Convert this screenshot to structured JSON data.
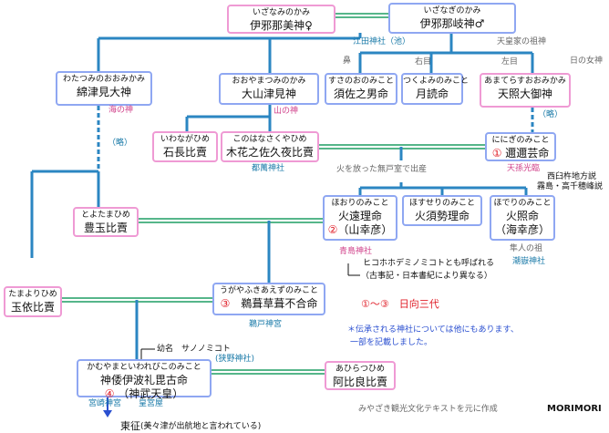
{
  "nodes": {
    "izanami": {
      "ruby": "いざなみのかみ",
      "name": "伊邪那美神♀"
    },
    "izanagi": {
      "ruby": "いざなぎのかみ",
      "name": "伊邪那岐神♂"
    },
    "watatsumi": {
      "ruby": "わたつみのおおみかみ",
      "name": "綿津見大神"
    },
    "oyamatsumi": {
      "ruby": "おおやまつみのかみ",
      "name": "大山津見神"
    },
    "susanoo": {
      "ruby": "すさのおのみこと",
      "name": "須佐之男命"
    },
    "tsukuyomi": {
      "ruby": "つくよみのみこと",
      "name": "月読命"
    },
    "amaterasu": {
      "ruby": "あまてらすおおみかみ",
      "name": "天照大御神"
    },
    "iwanaga": {
      "ruby": "いわながひめ",
      "name": "石長比賣"
    },
    "konohana": {
      "ruby": "このはなさくやひめ",
      "name": "木花之佐久夜比賣"
    },
    "ninigi": {
      "ruby": "ににぎのみこと",
      "num": "①",
      "name": "邇邇芸命"
    },
    "toyotama": {
      "ruby": "とよたまひめ",
      "name": "豊玉比賣"
    },
    "hoori": {
      "ruby": "ほおりのみこと",
      "name": "火遠理命",
      "num": "②",
      "name2": "（山幸彦）"
    },
    "hosuseri": {
      "ruby": "ほすせりのみこと",
      "name": "火須勢理命"
    },
    "hoderi": {
      "ruby": "ほでりのみこと",
      "name": "火照命",
      "name2": "（海幸彦）"
    },
    "tamayori": {
      "ruby": "たまよりひめ",
      "name": "玉依比賣"
    },
    "ugaya": {
      "ruby": "うがやふきあえずのみこと",
      "num": "③",
      "name": "鵜葺草葺不合命"
    },
    "jimmu": {
      "ruby": "かむやまといわれびこのみこと",
      "name": "神倭伊波礼毘古命",
      "num": "④",
      "name2": "（神武天皇）"
    },
    "ahira": {
      "ruby": "あひらつひめ",
      "name": "阿比良比賣"
    }
  },
  "labels": {
    "eda_shrine": "江田神社（池）",
    "ancestor_royal": "天皇家の祖神",
    "sun_goddess": "日の女神",
    "nose": "鼻",
    "right_eye": "右目",
    "left_eye": "左目",
    "sea_god": "海の神",
    "mountain_god": "山の神",
    "ryaku_1": "（略）",
    "ryaku_2": "（略）",
    "tsuma_shrine": "都萬神社",
    "fire_birth": "火を放った無戸室で出産",
    "tenson": "天孫光臨",
    "nishiusuki": "西臼杵地方説",
    "kirishima": "霧島・高千穂峰説",
    "hayato": "隼人の祖",
    "aoshima": "青島神社",
    "hoho_1": "ヒコホホデミノミコトとも呼ばれる",
    "hoho_2": "（古事記・日本書紀により異なる）",
    "kushiu": "潮嶽神社",
    "himuka": "①〜③　日向三代",
    "udo": "鵜戸神宮",
    "note_1": "＊伝承される神社については他にもあります、",
    "note_2": "一部を記載しました。",
    "youmei": "幼名　サノノミコト",
    "sano": "(狭野神社)",
    "miyazaki_jingu": "宮崎神宮",
    "kogu": "皇宮屋",
    "tousei": "東征",
    "tousei_note": "(美々津が出航地と言われている)",
    "credit": "みやざき観光文化テキストを元に作成",
    "logo": "MORIMORI"
  },
  "colors": {
    "male_border": "#8fa7f2",
    "female_border": "#ef9ad4",
    "line_blue": "#2b86c2",
    "line_green": "#1e9e63",
    "arrow": "#2a4fd0",
    "note_red": "#e0202a"
  }
}
